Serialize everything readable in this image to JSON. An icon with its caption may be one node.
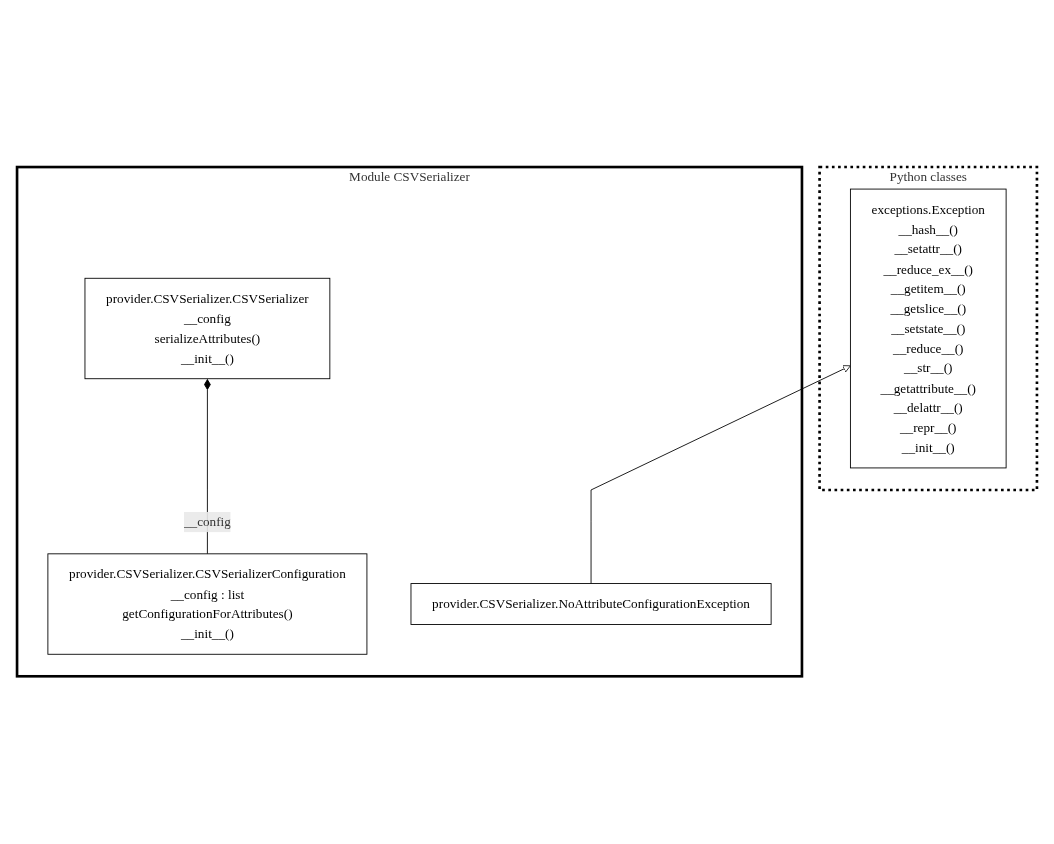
{
  "diagram": {
    "nodes": [
      {
        "text": [
          "Python classes"
        ]
      },
      {
        "text": [
          "exceptions.Exception",
          "__hash__()",
          "__setattr__()",
          "__reduce_ex__()",
          "__getitem__()",
          "__getslice__()",
          "__setstate__()",
          "__reduce__()",
          "__str__()",
          "__getattribute__()",
          "__delattr__()",
          "__repr__()",
          "__init__()"
        ],
        "in": 0
      },
      {
        "text": [
          "Module CSVSerializer"
        ]
      },
      {
        "text": [
          "provider.CSVSerializer.CSVSerializer",
          "__config",
          "serializeAttributes()",
          "__init__()"
        ],
        "in": 2
      },
      {
        "text": [
          "provider.CSVSerializer.CSVSerializerConfiguration",
          "__config : list",
          "getConfigurationForAttributes()",
          "__init__()"
        ],
        "in": 2
      },
      {
        "text": [
          "provider.CSVSerializer.NoAttributeConfigurationException"
        ],
        "in": 2
      }
    ],
    "edges": [
      {
        "from": 4,
        "to": 3,
        "arrow": "other",
        "label": "__config"
      },
      {
        "from": 5,
        "to": 1,
        "arrow": "to"
      }
    ]
  }
}
